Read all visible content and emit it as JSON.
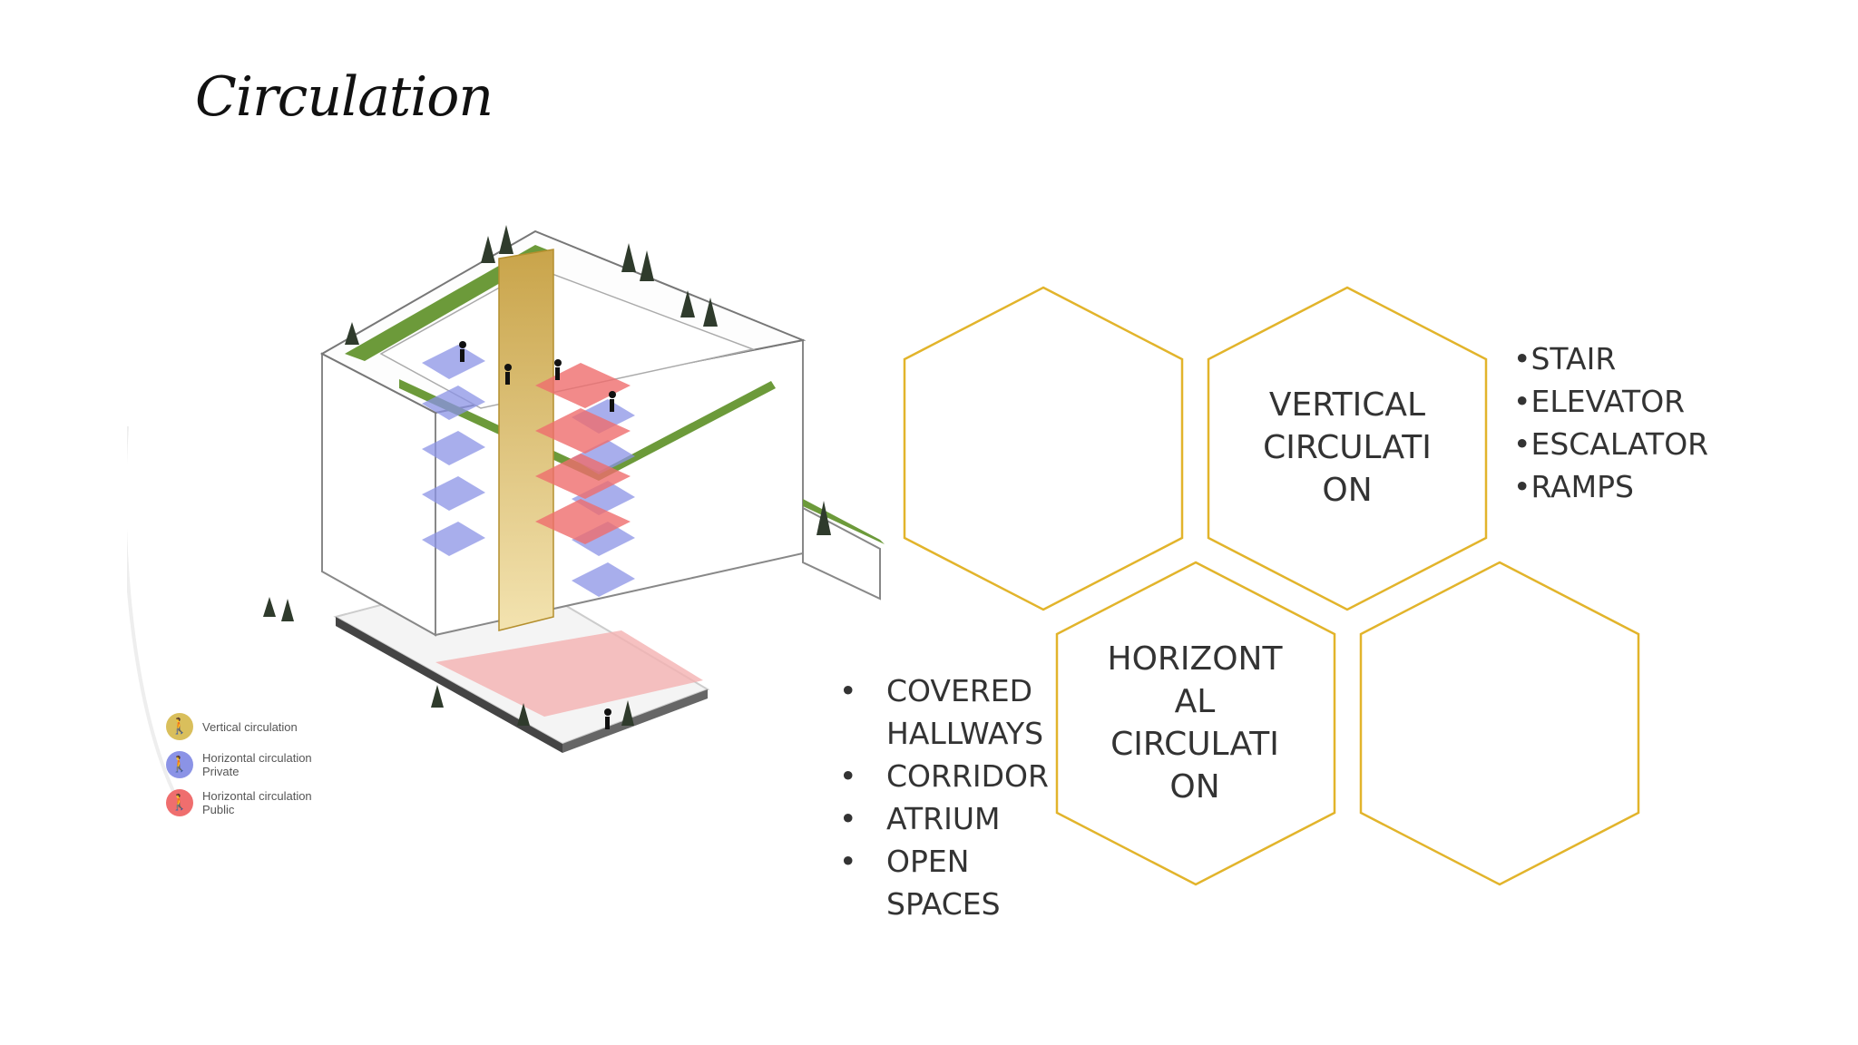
{
  "slide": {
    "title": "Circulation"
  },
  "legend": [
    {
      "label": "Vertical circulation",
      "color": "#d9bf5c",
      "icon": "walking-person-icon"
    },
    {
      "label": "Horizontal circulation\nPrivate",
      "color": "#8b93e6",
      "icon": "walking-person-icon"
    },
    {
      "label": "Horizontal circulation\nPublic",
      "color": "#ef6e6e",
      "icon": "walking-person-icon"
    }
  ],
  "hexagons": {
    "stroke_color": "#e2b42b",
    "vertical_label": "VERTICAL CIRCULATI ON",
    "horizontal_label": "HORIZONT AL CIRCULATI ON"
  },
  "vertical_list": [
    "STAIR",
    "ELEVATOR",
    "ESCALATOR",
    "RAMPS"
  ],
  "horizontal_list": [
    "COVERED HALLWAYS",
    "CORRIDOR",
    "ATRIUM",
    "OPEN SPACES"
  ]
}
